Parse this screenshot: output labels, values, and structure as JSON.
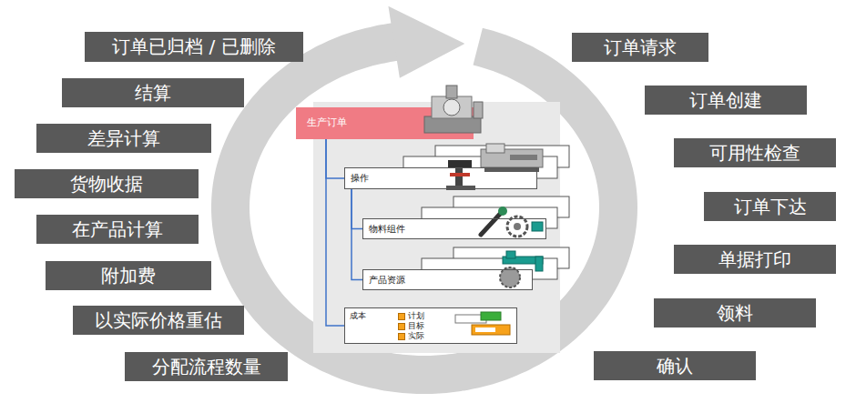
{
  "diagram": {
    "nodes": [
      {
        "text": [
          "订单请求"
        ]
      },
      {
        "text": [
          "订单创建"
        ]
      },
      {
        "text": [
          "可用性检查"
        ]
      },
      {
        "text": [
          "订单下达"
        ]
      },
      {
        "text": [
          "单据打印"
        ]
      },
      {
        "text": [
          "领料"
        ]
      },
      {
        "text": [
          "确认"
        ]
      },
      {
        "text": [
          "分配流程数量"
        ]
      },
      {
        "text": [
          "以实际价格重估"
        ]
      },
      {
        "text": [
          "附加费"
        ]
      },
      {
        "text": [
          "在产品计算"
        ]
      },
      {
        "text": [
          "货物收据"
        ]
      },
      {
        "text": [
          "差异计算"
        ]
      },
      {
        "text": [
          "结算"
        ]
      },
      {
        "text": [
          "订单已归档 / 已删除"
        ]
      },
      {
        "text": [
          "生产订单"
        ]
      },
      {
        "text": [
          "操作"
        ]
      },
      {
        "text": [
          "物料组件"
        ]
      },
      {
        "text": [
          "产品资源"
        ]
      },
      {
        "text": [
          "成本"
        ]
      }
    ],
    "edges": [
      {
        "from": 15,
        "to": 16,
        "arrow": "none"
      },
      {
        "from": 15,
        "to": 19,
        "arrow": "none"
      },
      {
        "from": 16,
        "to": 17,
        "arrow": "none"
      },
      {
        "from": 16,
        "to": 18,
        "arrow": "none"
      }
    ],
    "legend": [
      {
        "text": "计划",
        "color": "#f7a21b"
      },
      {
        "text": "目标",
        "color": "#f7a21b"
      },
      {
        "text": "实际",
        "color": "#f7a21b"
      }
    ]
  }
}
